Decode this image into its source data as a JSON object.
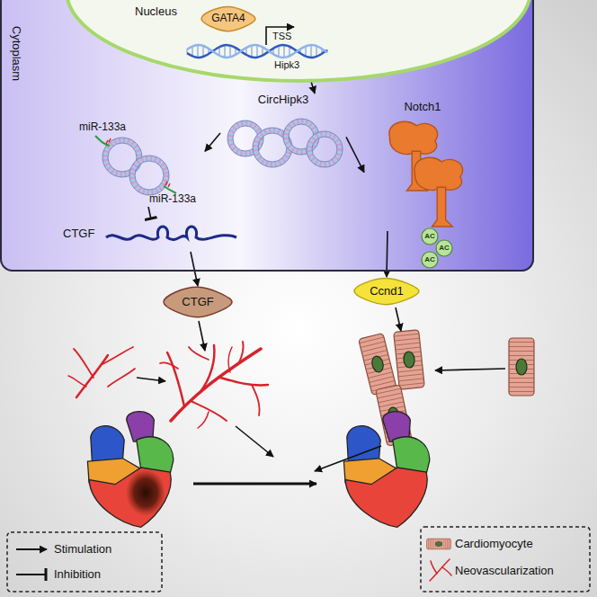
{
  "diagram": {
    "nodes": [
      {
        "text": [
          "Cytoplasm"
        ]
      },
      {
        "text": [
          "Nucleus"
        ],
        "in": 0
      },
      {
        "text": [
          "GATA4"
        ],
        "in": 1
      },
      {
        "text": [
          "TSS",
          "Hipk3"
        ],
        "in": 1
      },
      {
        "text": [
          "CircHipk3"
        ],
        "in": 0
      },
      {
        "text": [
          "miR-133a",
          "miR-133a"
        ],
        "in": 0
      },
      {
        "text": [
          "Notch1"
        ],
        "in": 0
      },
      {
        "text": [
          "CTGF"
        ],
        "in": 0
      },
      {
        "text": [
          "CTGF"
        ]
      },
      {
        "text": [
          "Ccnd1"
        ]
      }
    ],
    "edges": [
      {
        "from": 3,
        "to": 4,
        "arrow": "to"
      },
      {
        "from": 4,
        "to": 5,
        "arrow": "to"
      },
      {
        "from": 5,
        "to": 7,
        "arrow": "to"
      },
      {
        "from": 4,
        "to": 6,
        "arrow": "to"
      },
      {
        "from": 6,
        "to": 9,
        "arrow": "to"
      },
      {
        "from": 7,
        "to": 8,
        "arrow": "to"
      }
    ],
    "labels": [
      "AC",
      "AC",
      "AC"
    ],
    "legend": [
      {
        "text": "Stimulation"
      },
      {
        "text": "Inhibition"
      },
      {
        "text": "Cardiomyocyte"
      },
      {
        "text": "Neovascularization"
      }
    ]
  }
}
